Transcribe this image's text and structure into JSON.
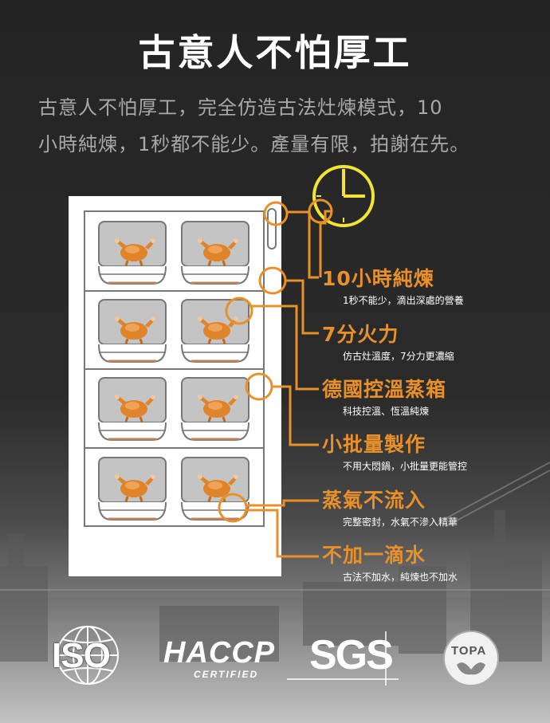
{
  "header": {
    "title": "古意人不怕厚工",
    "subtitle_lines": [
      "古意人不怕厚工，完全仿造古法灶煉模式，10",
      "小時純煉，1秒都不能少。產量有限，拍謝在先。"
    ]
  },
  "features": [
    {
      "title": "10小時純煉",
      "desc": "1秒不能少，滴出深處的營養"
    },
    {
      "title": "7分火力",
      "desc": "仿古灶溫度，7分力更濃縮"
    },
    {
      "title": "德國控溫蒸箱",
      "desc": "科技控溫、恆溫純煉"
    },
    {
      "title": "小批量製作",
      "desc": "不用大悶鍋，小批量更能管控"
    },
    {
      "title": "蒸氣不流入",
      "desc": "完整密封，水氣不滲入精華"
    },
    {
      "title": "不加一滴水",
      "desc": "古法不加水，純煉也不加水"
    }
  ],
  "logos": {
    "iso": "ISO",
    "haccp": "HACCP",
    "haccp_sub": "CERTIFIED",
    "sgs": "SGS",
    "topa": "TOPA"
  },
  "colors": {
    "accent": "#e8902a",
    "clock": "#f2e335"
  },
  "icons": [
    "chicken-icon",
    "clock-icon"
  ]
}
